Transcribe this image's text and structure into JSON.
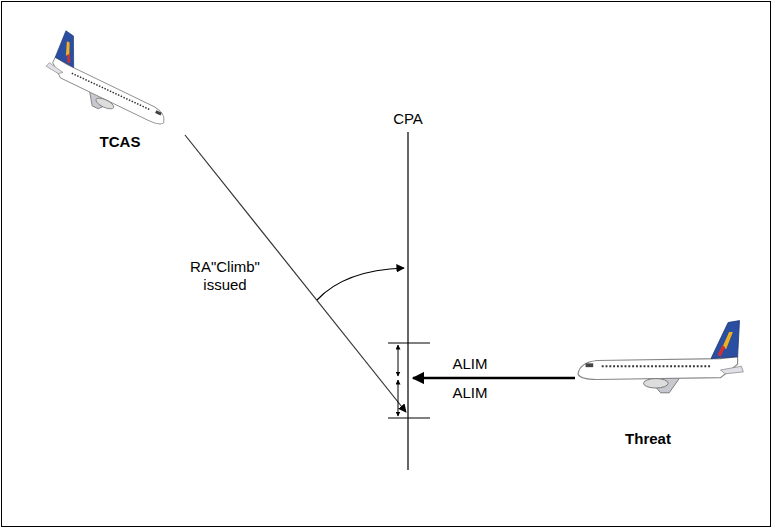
{
  "diagram": {
    "labels": [
      "TCAS",
      "CPA",
      "RA\"Climb\" issued",
      "ALIM",
      "ALIM",
      "Threat"
    ]
  }
}
